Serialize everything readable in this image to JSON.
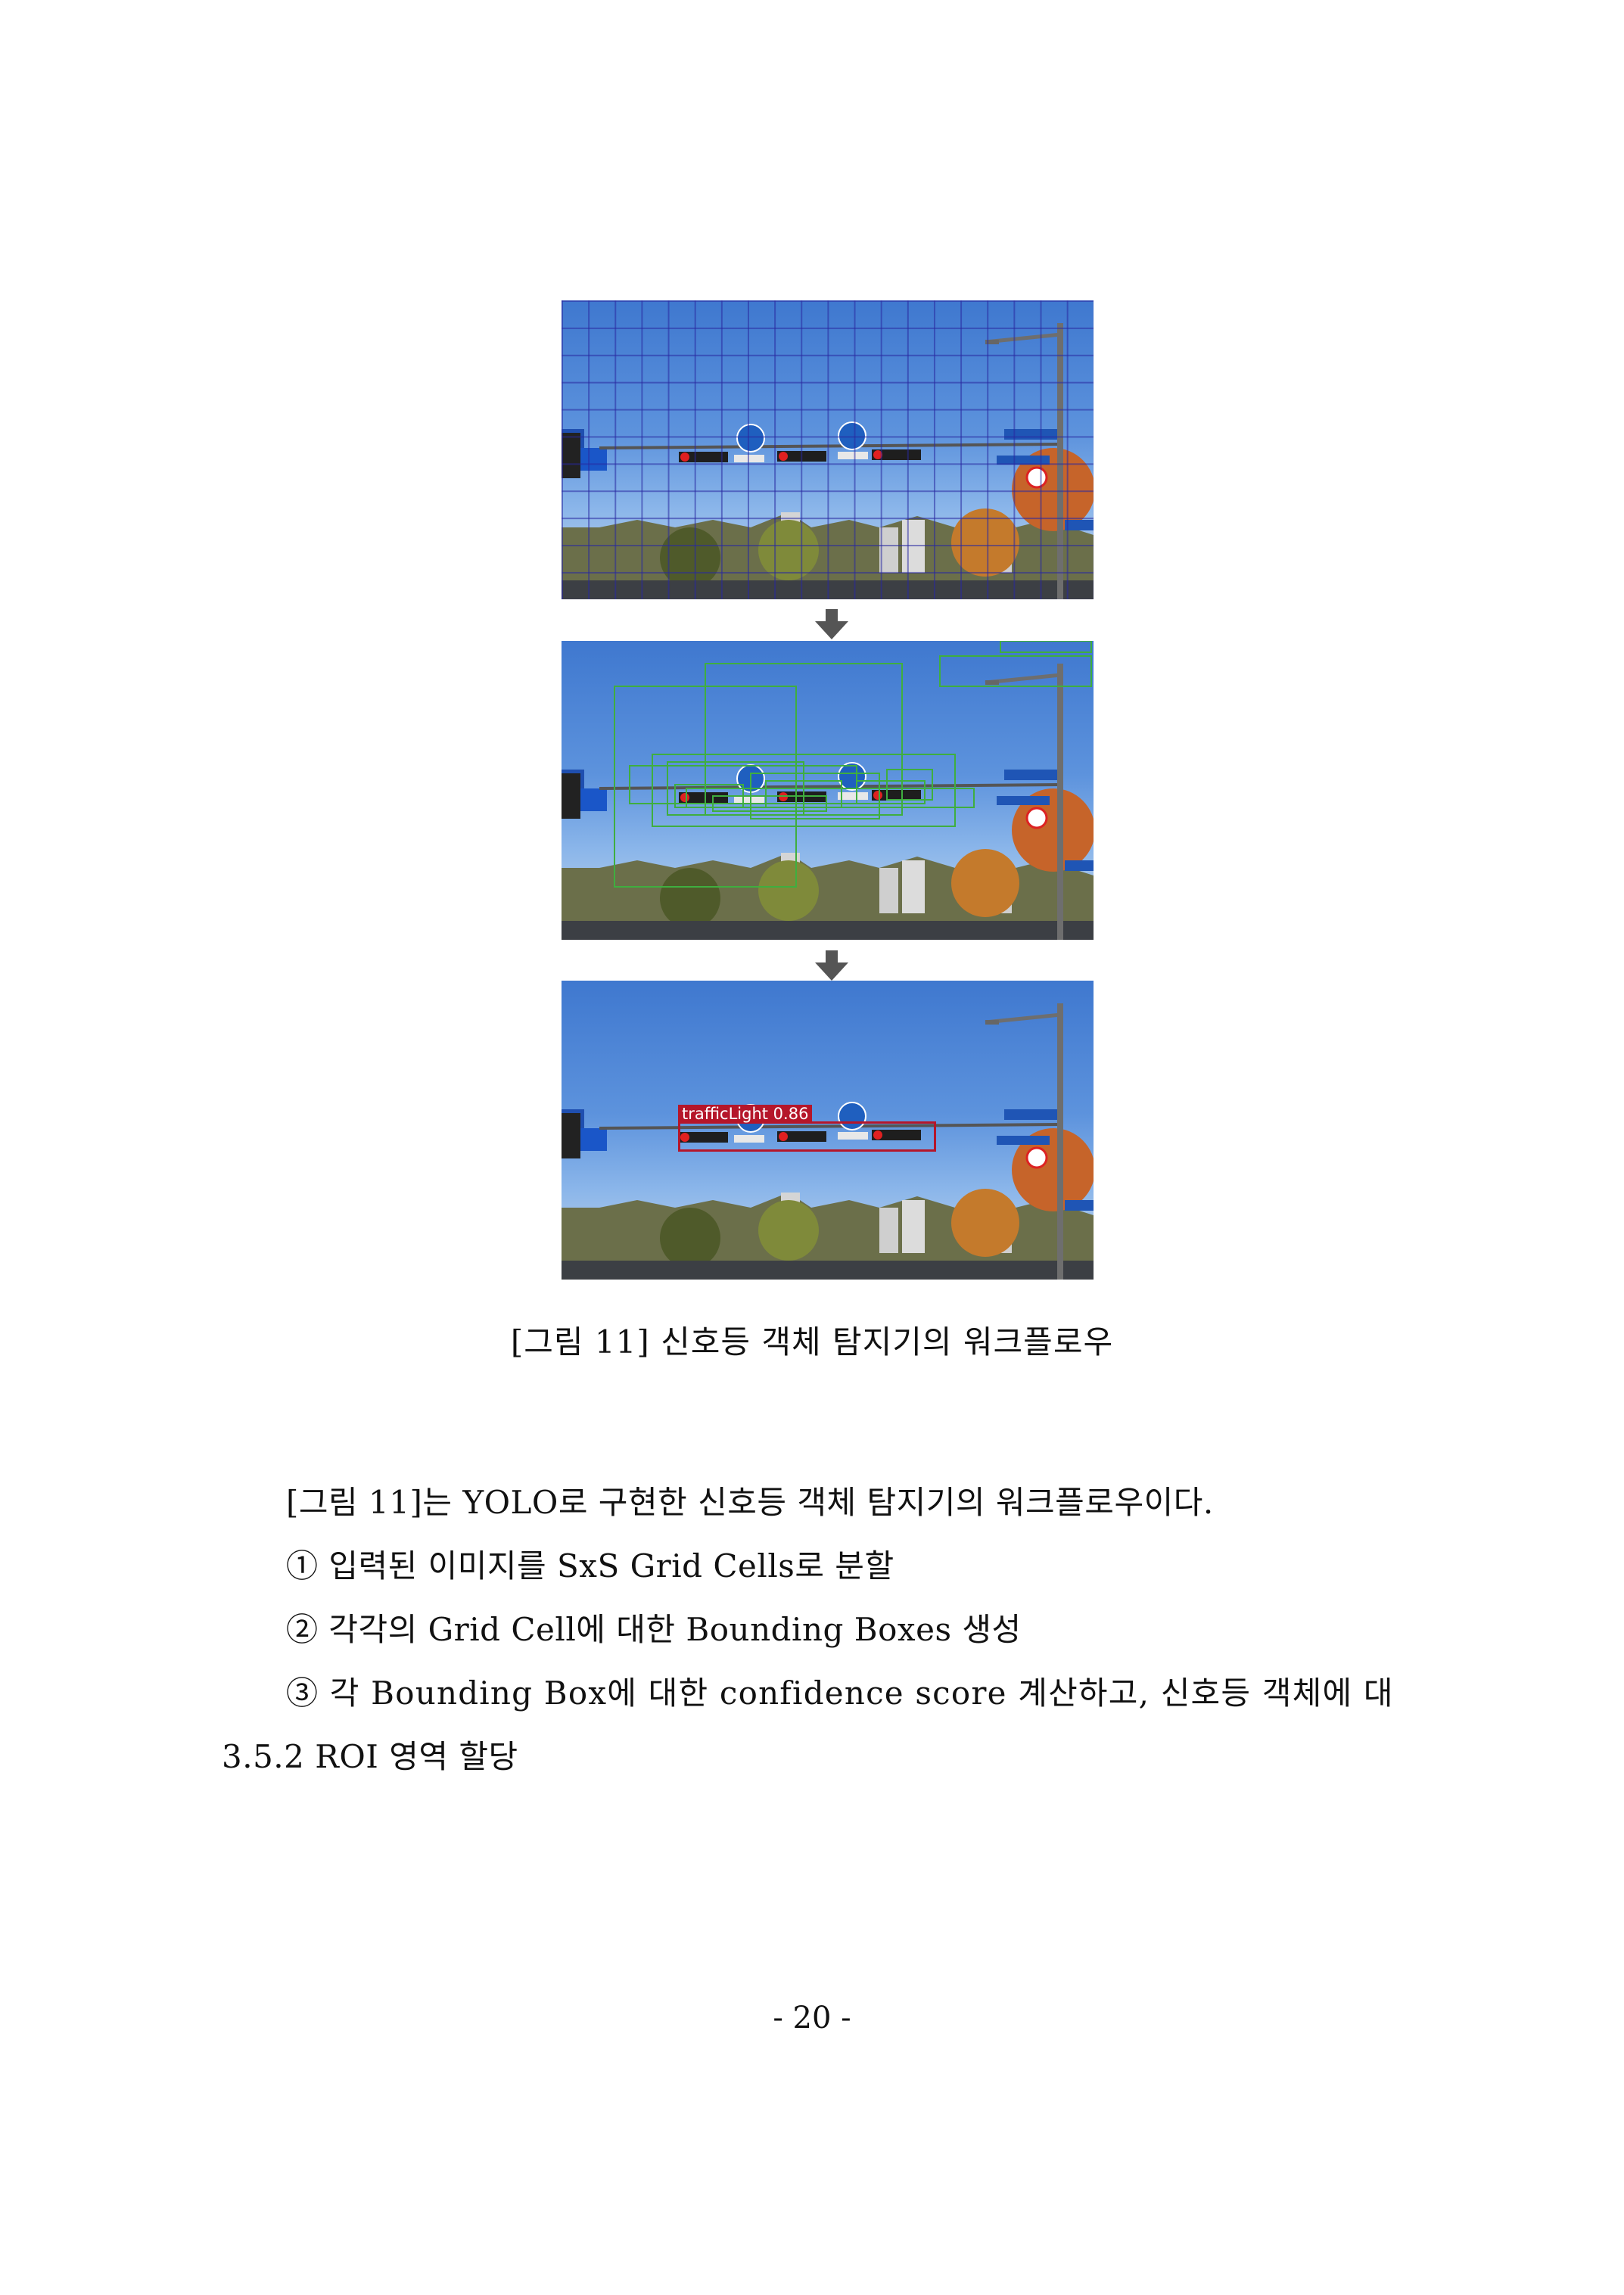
{
  "figure": {
    "panels": [
      {
        "name": "grid-cells"
      },
      {
        "name": "bounding-boxes"
      },
      {
        "name": "detection-result",
        "detection_label": "trafficLight 0.86"
      }
    ],
    "caption": "[그림 11] 신호등 객체 탐지기의 워크플로우"
  },
  "body": {
    "paragraph": "[그림 11]는 YOLO로 구현한 신호등 객체 탐지기의 워크플로우이다.",
    "step1": "① 입력된 이미지를 SxS Grid Cells로 분할",
    "step2": "② 각각의 Grid Cell에 대한 Bounding Boxes 생성",
    "step3": "③ 각 Bounding Box에 대한 confidence score 계산하고, 신호등 객체에 대",
    "section_heading": "3.5.2 ROI 영역 할당"
  },
  "footer": {
    "page_number": "- 20 -"
  }
}
